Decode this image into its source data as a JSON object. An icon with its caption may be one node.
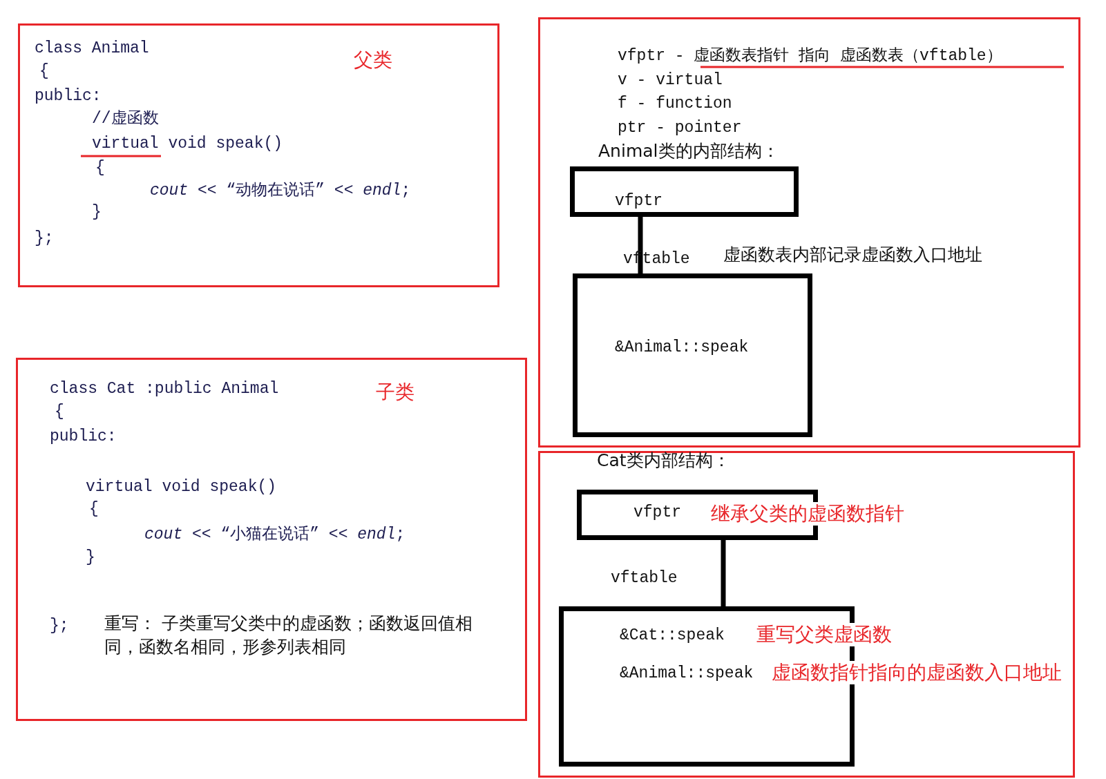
{
  "diagram": {
    "nodes": [
      {
        "text": [
          "class Animal",
          "父类",
          "{",
          "public:",
          "//虚函数",
          "virtual void speak()",
          "{",
          "*cout* << “动物在说话” << *endl*;",
          "}",
          "};"
        ]
      },
      {
        "text": [
          "class Cat :public Animal",
          "子类",
          "{",
          "public:",
          "virtual void speak()",
          "{",
          "*cout* << “小猫在说话” << *endl*;",
          "}",
          "};",
          "重写： 子类重写父类中的虚函数；函数返回值相同，函数名相同，形参列表相同"
        ]
      },
      {
        "text": [
          "vfptr - 虚函数表指针 指向 虚函数表（vftable）",
          "v - virtual",
          "f - function",
          "ptr - pointer",
          "Animal类的内部结构：",
          "虚函数表内部记录虚函数入口地址"
        ]
      },
      {
        "text": [
          "vfptr"
        ],
        "in": 2
      },
      {
        "text": [
          "&Animal::speak"
        ],
        "in": 2,
        "beside": [
          "vftable"
        ]
      },
      {
        "text": [
          "Cat类内部结构："
        ]
      },
      {
        "text": [
          "vfptr",
          "继承父类的虚函数指针"
        ],
        "in": 5
      },
      {
        "text": [
          "&Cat::speak",
          "重写父类虚函数",
          "&Animal::speak",
          "虚函数指针指向的虚函数入口地址"
        ],
        "in": 5,
        "beside": [
          "vftable"
        ]
      }
    ],
    "edges": [
      {
        "from": 3,
        "to": 4,
        "arrow": "none"
      },
      {
        "from": 6,
        "to": 7,
        "arrow": "none"
      }
    ]
  }
}
